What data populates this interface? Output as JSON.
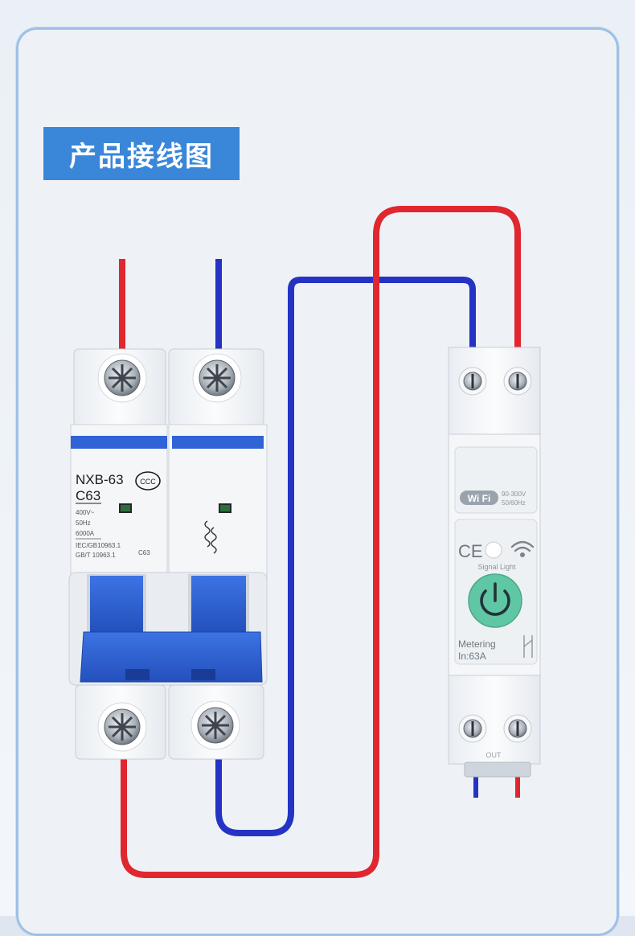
{
  "header": {
    "title": "产品接线图"
  },
  "breaker": {
    "model": "NXB-63",
    "rating": "C63",
    "cert_mark": "CCC",
    "spec_lines": [
      "400V~",
      "50Hz",
      "6000A",
      "IEC/GB10963.1",
      "GB/T 10963.1"
    ],
    "side_mark": "C63"
  },
  "meter": {
    "wifi_label": "Wi Fi",
    "voltage": "90-300V",
    "frequency": "50/60Hz",
    "ce_mark": "CE",
    "signal_light": "Signal Light",
    "metering": "Metering",
    "current": "In:63A",
    "out_label": "OUT"
  },
  "colors": {
    "live_wire": "#e0262e",
    "neutral_wire": "#2433c4",
    "breaker_blue": "#2f63d6",
    "power_button": "#5fc7a3",
    "title_bg": "#3a86d8"
  },
  "icons": [
    "power-icon",
    "wifi-signal-icon",
    "ce-icon",
    "ccc-icon",
    "screw-icon"
  ]
}
